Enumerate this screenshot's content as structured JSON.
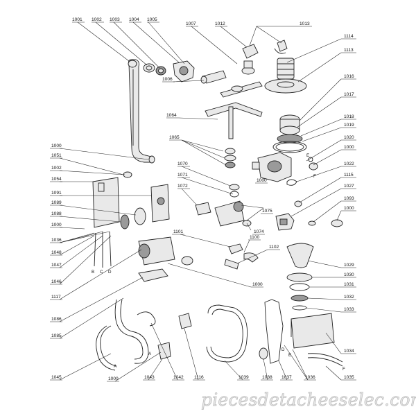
{
  "diagram": {
    "labels": {
      "1001": "1001",
      "1002": "1002",
      "1003": "1003",
      "1004": "1004",
      "1005": "1005",
      "1007": "1007",
      "1012": "1012",
      "1013": "1013",
      "1114": "1114",
      "1113": "1113",
      "1006": "1006",
      "1016": "1016",
      "1017": "1017",
      "1064": "1064",
      "1018": "1018",
      "1019": "1019",
      "1020": "1020",
      "1000a": "1000",
      "1065": "1065",
      "1000b": "1000",
      "1051": "1051",
      "1002b": "1002",
      "1054": "1054",
      "1070": "1070",
      "1071": "1071",
      "1022": "1022",
      "1115": "1115",
      "1072": "1072",
      "1027": "1027",
      "1091": "1091",
      "1089": "1089",
      "1093": "1093",
      "1000c": "1000",
      "1075": "1075",
      "1000d": "1000",
      "1088": "1088",
      "1000e": "1000",
      "1074": "1074",
      "1036": "1036",
      "1101": "1101",
      "1100": "1100",
      "1048": "1048",
      "1102": "1102",
      "1047": "1047",
      "1029": "1029",
      "1046": "1046",
      "1030": "1030",
      "1000f": "1000",
      "1031": "1031",
      "1117": "1117",
      "1032": "1032",
      "1033": "1033",
      "1086": "1086",
      "1085": "1085",
      "1034": "1034",
      "1045": "1045",
      "1000g": "1000",
      "1043": "1043",
      "1042": "1042",
      "1116": "1116",
      "1039": "1039",
      "1038": "1038",
      "1037": "1037",
      "1036b": "1036",
      "1035": "1035"
    },
    "letters": {
      "B": "B",
      "C": "C",
      "D": "D",
      "E1": "E",
      "F1": "F",
      "A1": "A",
      "A2": "A",
      "D2": "D",
      "E2": "E",
      "F2": "F"
    },
    "watermark": "piecesdetacheeselec.com"
  }
}
